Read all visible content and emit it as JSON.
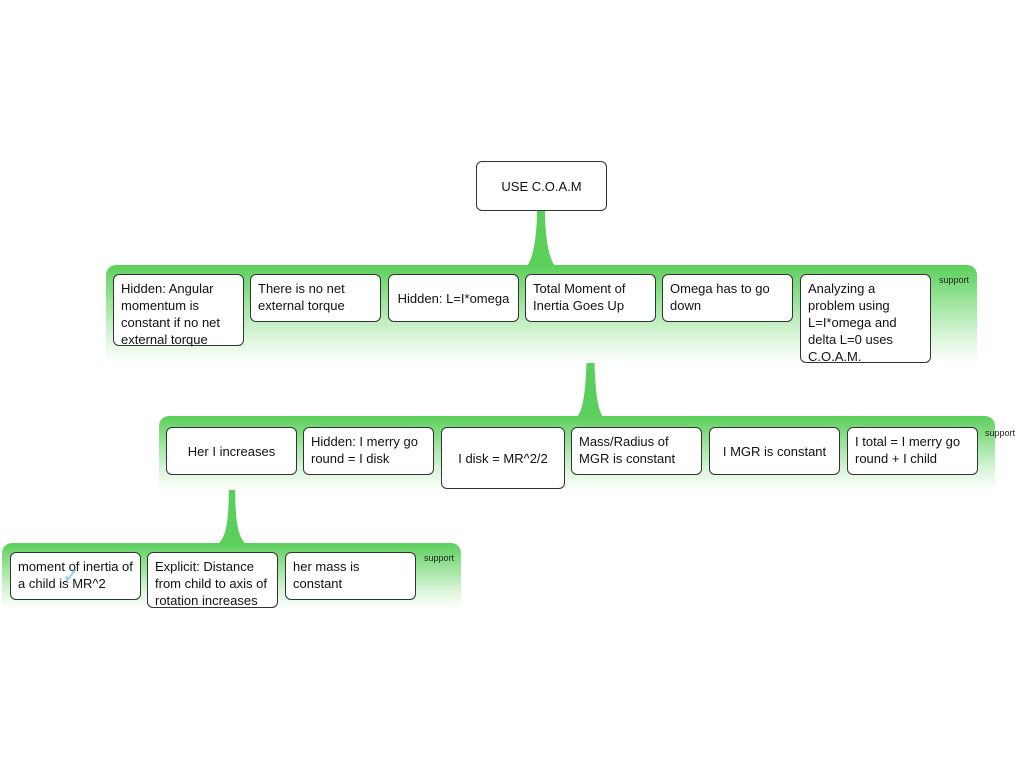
{
  "root": {
    "label": "USE C.O.A.M"
  },
  "level1": {
    "support_label": "support",
    "nodes": [
      "Hidden: Angular momentum is constant if no net external torque",
      "There is no  net external torque",
      "Hidden: L=I*omega",
      "Total Moment of Inertia Goes Up",
      "Omega has to go down",
      "Analyzing a problem using L=I*omega and delta L=0 uses C.O.A.M."
    ]
  },
  "level2": {
    "support_label": "support",
    "nodes": [
      "Her I increases",
      "Hidden: I merry go round = I disk",
      "I disk = MR^2/2",
      "Mass/Radius of MGR is constant",
      "I MGR is constant",
      "I total = I merry go round + I child"
    ]
  },
  "level3": {
    "support_label": "support",
    "nodes": [
      "moment of inertia of a child is MR^2",
      "Explicit: Distance from child to axis of rotation increases",
      "her mass is constant"
    ]
  },
  "colors": {
    "band": "#5bcf5b",
    "connector": "#5bcf5b",
    "border": "#333333"
  },
  "icons": {
    "check": "checkmark-icon"
  }
}
